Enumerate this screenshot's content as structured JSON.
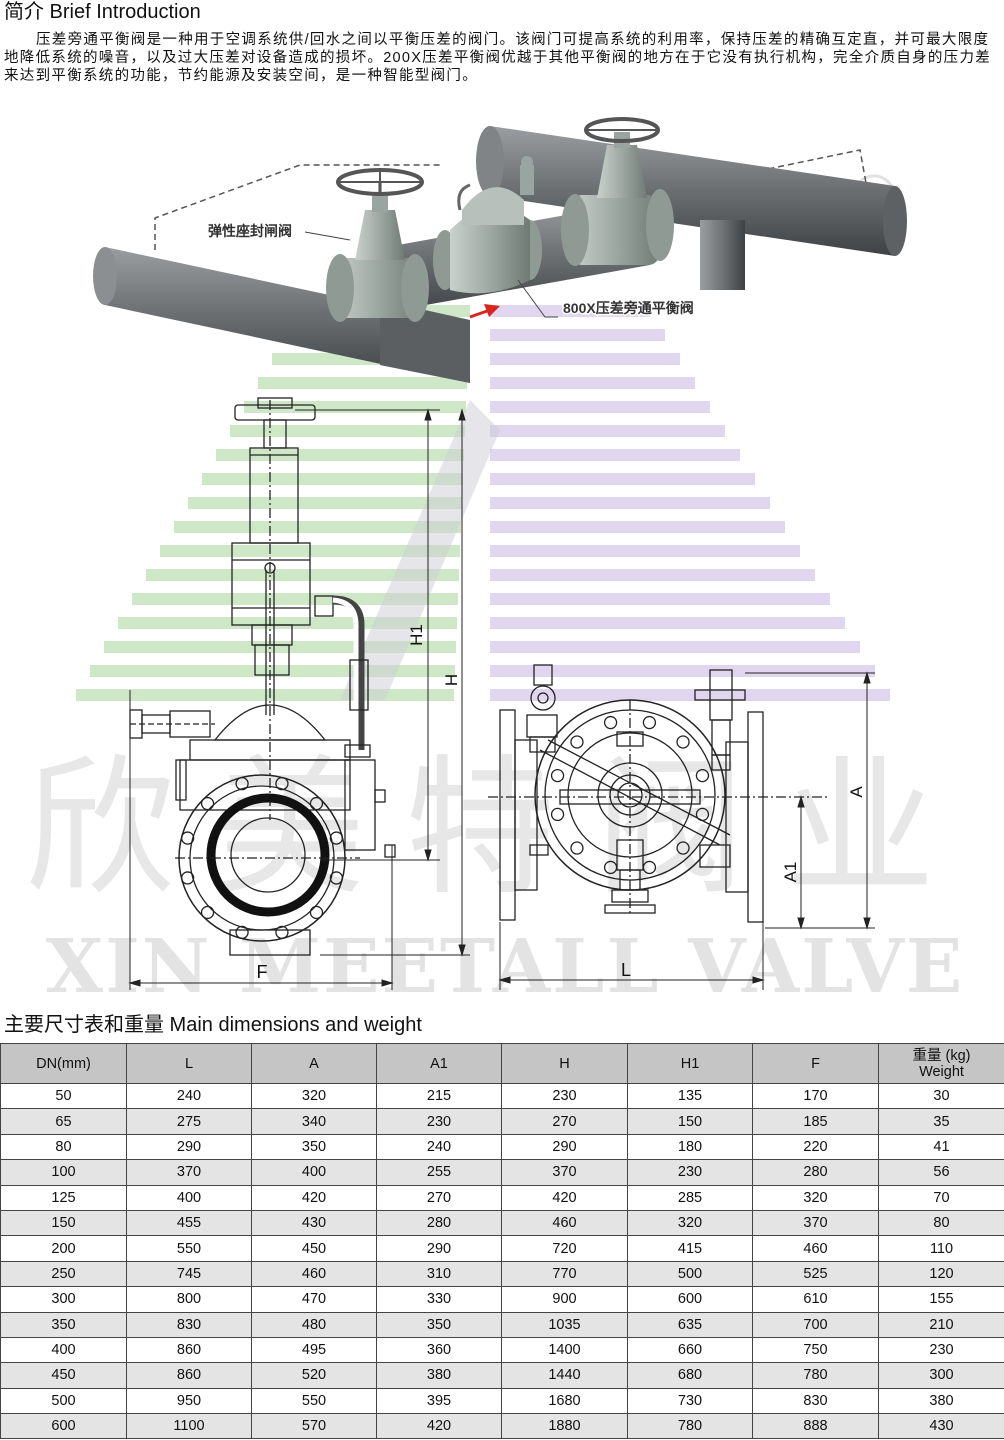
{
  "header": {
    "title": "简介 Brief Introduction"
  },
  "intro": {
    "text": "压差旁通平衡阀是一种用于空调系统供/回水之间以平衡压差的阀门。该阀门可提高系统的利用率，保持压差的精确互定直，并可最大限度地降低系统的噪音，以及过大压差对设备造成的损坏。200X压差平衡阀优越于其他平衡阀的地方在于它没有执行机构，完全介质自身的压力差来达到平衡系统的功能，节约能源及安装空间，是一种智能型阀门。"
  },
  "figure": {
    "callout_gate_valve": "弹性座封闸阀",
    "callout_balance_valve": "800X压差旁通平衡阀",
    "dim_labels": {
      "h1": "H1",
      "h": "H",
      "f": "F",
      "l": "L",
      "a": "A",
      "a1": "A1"
    },
    "watermark_cn": "欣美特阀业",
    "watermark_en": "XIN MEETALL VALVE",
    "registered_mark": "®"
  },
  "table": {
    "title": "主要尺寸表和重量 Main dimensions and weight",
    "columns": [
      "DN(mm)",
      "L",
      "A",
      "A1",
      "H",
      "H1",
      "F"
    ],
    "weight_header_line1": "重量 (kg)",
    "weight_header_line2": "Weight",
    "rows": [
      [
        "50",
        "240",
        "320",
        "215",
        "230",
        "135",
        "170",
        "30"
      ],
      [
        "65",
        "275",
        "340",
        "230",
        "270",
        "150",
        "185",
        "35"
      ],
      [
        "80",
        "290",
        "350",
        "240",
        "290",
        "180",
        "220",
        "41"
      ],
      [
        "100",
        "370",
        "400",
        "255",
        "370",
        "230",
        "280",
        "56"
      ],
      [
        "125",
        "400",
        "420",
        "270",
        "420",
        "285",
        "320",
        "70"
      ],
      [
        "150",
        "455",
        "430",
        "280",
        "460",
        "320",
        "370",
        "80"
      ],
      [
        "200",
        "550",
        "450",
        "290",
        "720",
        "415",
        "460",
        "110"
      ],
      [
        "250",
        "745",
        "460",
        "310",
        "770",
        "500",
        "525",
        "120"
      ],
      [
        "300",
        "800",
        "470",
        "330",
        "900",
        "600",
        "610",
        "155"
      ],
      [
        "350",
        "830",
        "480",
        "350",
        "1035",
        "635",
        "700",
        "210"
      ],
      [
        "400",
        "860",
        "495",
        "360",
        "1400",
        "660",
        "750",
        "230"
      ],
      [
        "450",
        "860",
        "520",
        "380",
        "1440",
        "680",
        "780",
        "300"
      ],
      [
        "500",
        "950",
        "550",
        "395",
        "1680",
        "730",
        "830",
        "380"
      ],
      [
        "600",
        "1100",
        "570",
        "420",
        "1880",
        "780",
        "888",
        "430"
      ]
    ]
  },
  "colors": {
    "pipe": "#6f7376",
    "valve_body": "#aeb7b2",
    "arrow": "#d8261e",
    "logo_green": "#c9e6c2",
    "logo_purple": "#ddd2ee",
    "header_bg": "#c5c5c5",
    "row_alt_bg": "#e4e4e4"
  }
}
